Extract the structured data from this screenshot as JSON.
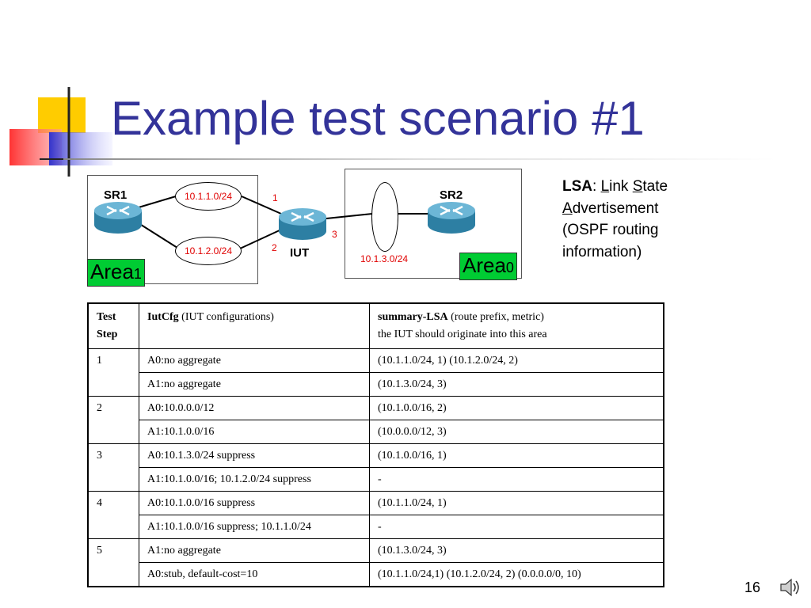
{
  "slide": {
    "title": "Example test scenario #1",
    "page_number": "16",
    "speaker_icon": "speaker-icon"
  },
  "diagram": {
    "area1": {
      "label": "Area",
      "sub": "1"
    },
    "area0": {
      "label": "Area",
      "sub": "0"
    },
    "routers": {
      "sr1": "SR1",
      "sr2": "SR2",
      "iut": "IUT"
    },
    "networks": {
      "n1": "10.1.1.0/24",
      "n2": "10.1.2.0/24",
      "n3": "10.1.3.0/24"
    },
    "interfaces": {
      "if1": "1",
      "if2": "2",
      "if3": "3"
    }
  },
  "lsa_note": {
    "bold": "LSA",
    "colon": ": ",
    "l_init": "L",
    "l_rest": "ink ",
    "s_init": "S",
    "s_rest": "tate",
    "a_init": "A",
    "a_rest": "dvertisement",
    "line3": "(OSPF routing",
    "line4": "information)"
  },
  "table": {
    "headers": {
      "step_line1": "Test",
      "step_line2": "Step",
      "cfg_bold": "IutCfg",
      "cfg_rest": " (IUT configurations)",
      "lsa_bold": "summary-LSA",
      "lsa_rest": " (route prefix, metric)",
      "lsa_line2": "the IUT should originate into this area"
    },
    "rows": [
      {
        "step": "1",
        "cfg": "A0:no aggregate",
        "lsa": "(10.1.1.0/24, 1) (10.1.2.0/24, 2)"
      },
      {
        "step": "",
        "cfg": "A1:no aggregate",
        "lsa": "(10.1.3.0/24, 3)"
      },
      {
        "step": "2",
        "cfg": "A0:10.0.0.0/12",
        "lsa": "(10.1.0.0/16, 2)"
      },
      {
        "step": "",
        "cfg": "A1:10.1.0.0/16",
        "lsa": "(10.0.0.0/12, 3)"
      },
      {
        "step": "3",
        "cfg": "A0:10.1.3.0/24 suppress",
        "lsa": "(10.1.0.0/16, 1)"
      },
      {
        "step": "",
        "cfg": "A1:10.1.0.0/16; 10.1.2.0/24 suppress",
        "lsa": "-"
      },
      {
        "step": "4",
        "cfg": "A0:10.1.0.0/16 suppress",
        "lsa": "(10.1.1.0/24, 1)"
      },
      {
        "step": "",
        "cfg": "A1:10.1.0.0/16 suppress; 10.1.1.0/24",
        "lsa": "-"
      },
      {
        "step": "5",
        "cfg": "A1:no aggregate",
        "lsa": "(10.1.3.0/24, 3)"
      },
      {
        "step": "",
        "cfg": "A0:stub, default-cost=10",
        "lsa": "(10.1.1.0/24,1) (10.1.2.0/24, 2) (0.0.0.0/0, 10)"
      }
    ]
  }
}
